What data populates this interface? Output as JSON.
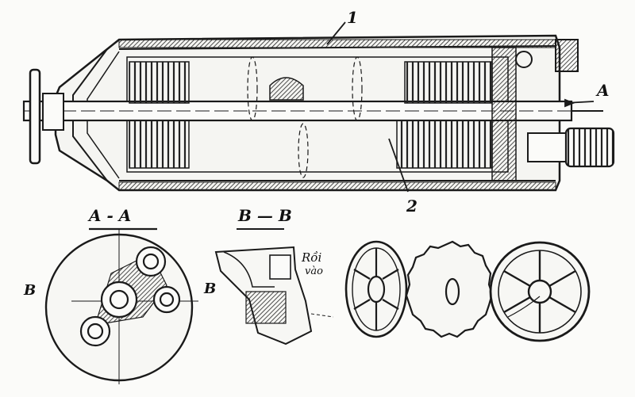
{
  "labels": {
    "part_1": "1",
    "part_2": "2",
    "arrow_a": "A",
    "section_aa": "A - A",
    "section_bb": "B — B",
    "marker_b_left": "B",
    "marker_b_right": "B",
    "note_line1": "Rồi",
    "note_line2": "vào"
  },
  "colors": {
    "ink": "#1a1a1a",
    "paper": "#fbfbf9",
    "hatch": "#333333"
  }
}
